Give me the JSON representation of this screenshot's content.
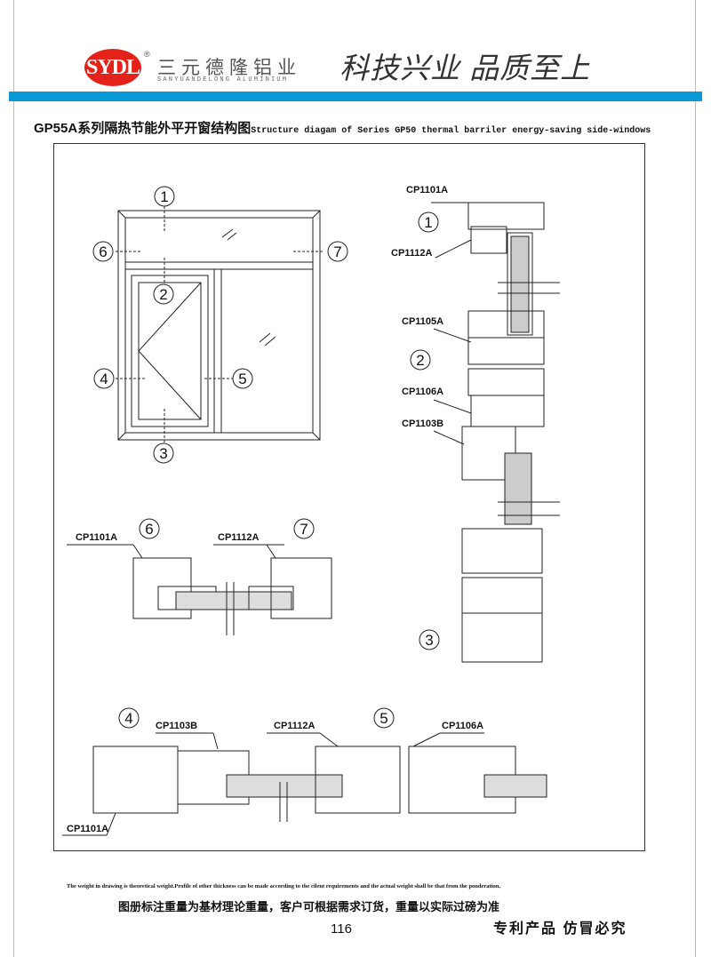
{
  "header": {
    "logo_text": "SYDL",
    "registered_mark": "®",
    "brand_cn": "三元德隆铝业",
    "brand_en": "SANYUANDELONG ALUMINIUM",
    "slogan": "科技兴业  品质至上",
    "accent_color": "#079ad6",
    "logo_color": "#e32219"
  },
  "title": {
    "cn": "GP55A系列隔热节能外平开窗结构图",
    "en": "Structure diagam of Series GP50 thermal barriler energy-saving side-windows"
  },
  "diagram": {
    "callouts": [
      "1",
      "2",
      "3",
      "4",
      "5",
      "6",
      "7"
    ],
    "labels": {
      "cp1101a": "CP1101A",
      "cp1112a": "CP1112A",
      "cp1105a": "CP1105A",
      "cp1106a": "CP1106A",
      "cp1103b": "CP1103B"
    }
  },
  "footer": {
    "note_en": "The weight in drawing is theoretical weight.Profile of other thickness can be made according to the cilent requirements and the actual weight shall be that from the ponderation.",
    "note_cn": "图册标注重量为基材理论重量，客户可根据需求订货，重量以实际过磅为准",
    "page_number": "116",
    "patent": "专利产品 仿冒必究"
  }
}
